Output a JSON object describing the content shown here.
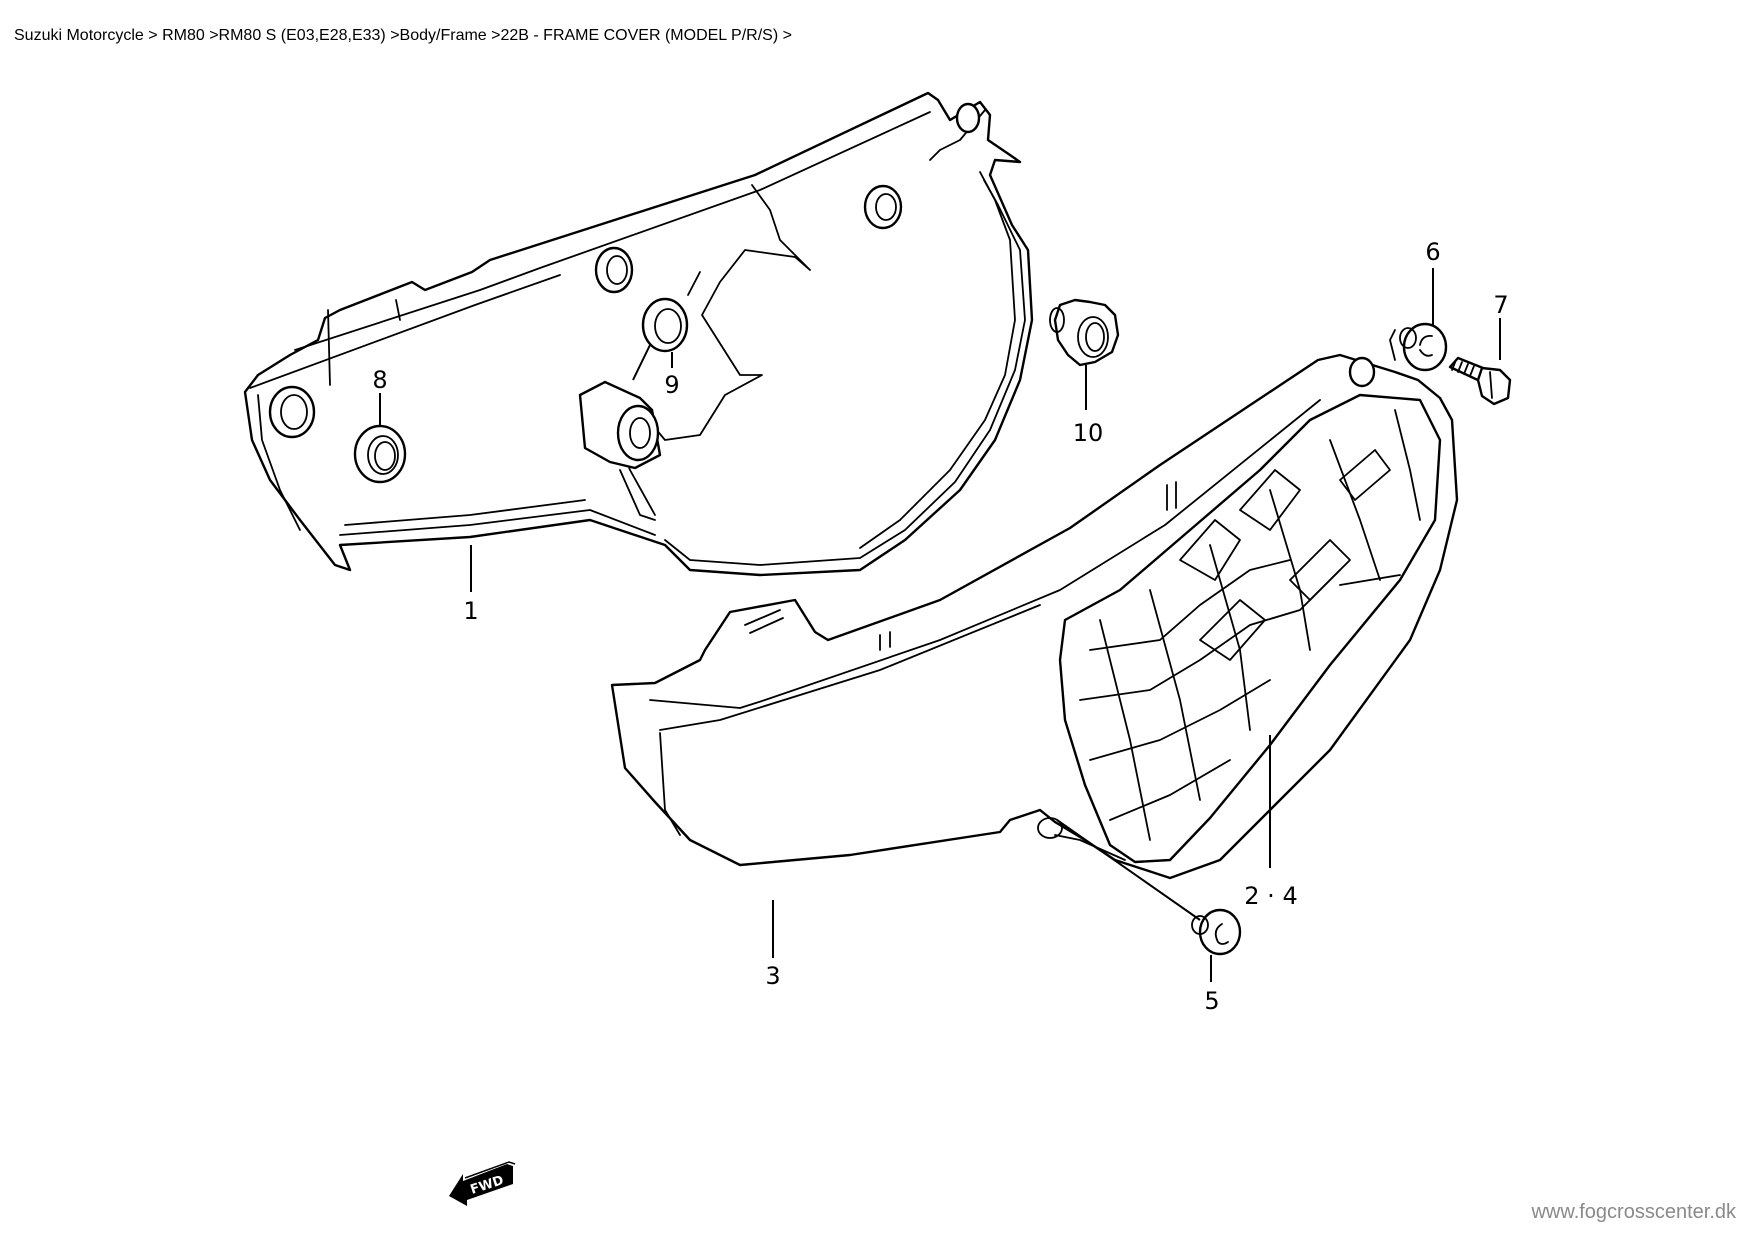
{
  "breadcrumb": {
    "items": [
      "Suzuki Motorcycle",
      "RM80",
      "RM80 S (E03,E28,E33)",
      "Body/Frame",
      "22B - FRAME COVER (MODEL P/R/S)"
    ],
    "separators": [
      " > ",
      " >",
      " >",
      " >",
      " >"
    ]
  },
  "diagram": {
    "title": "FRAME COVER (MODEL P/R/S)",
    "callouts": [
      {
        "id": "1",
        "label": "1"
      },
      {
        "id": "2-4",
        "label": "2 · 4"
      },
      {
        "id": "3",
        "label": "3"
      },
      {
        "id": "5",
        "label": "5"
      },
      {
        "id": "6",
        "label": "6"
      },
      {
        "id": "7",
        "label": "7"
      },
      {
        "id": "8",
        "label": "8"
      },
      {
        "id": "9",
        "label": "9"
      },
      {
        "id": "10",
        "label": "10"
      }
    ],
    "fwd_label": "FWD"
  },
  "footer": {
    "watermark": "www.fogcrosscenter.dk"
  }
}
